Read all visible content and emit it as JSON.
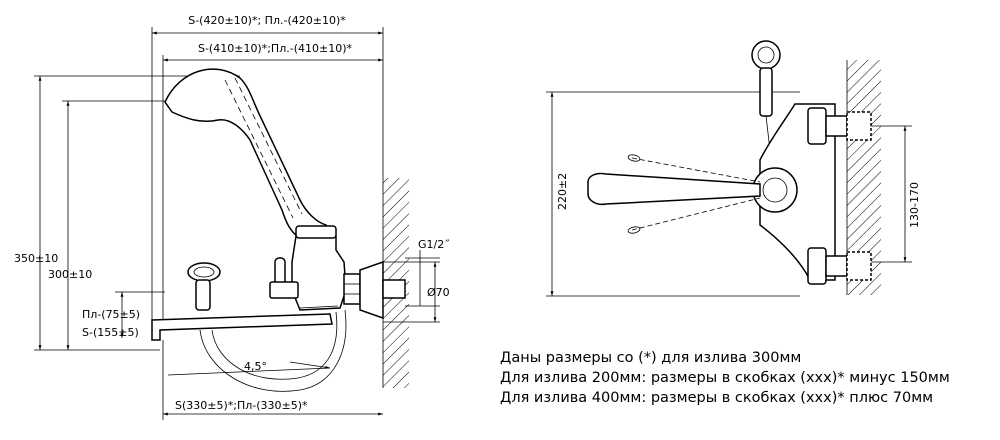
{
  "left_view": {
    "dims": {
      "top_overall": "S-(420±10)*; Пл.-(420±10)*",
      "top_inner": "S-(410±10)*;Пл.-(410±10)*",
      "height_350": "350±10",
      "height_300": "300±10",
      "spout_pl": "Пл-(75±5)",
      "spout_s": "S-(155±5)",
      "angle": "4,5°",
      "bottom": "S(330±5)*;Пл-(330±5)*",
      "thread": "G1/2˝",
      "diameter": "Ø70"
    }
  },
  "right_view": {
    "dims": {
      "height": "220±2",
      "spacing": "130-170"
    }
  },
  "notes": [
    "Даны размеры со (*) для излива 300мм",
    "Для излива 200мм: размеры в скобках (xxx)* минус 150мм",
    "Для излива 400мм: размеры в скобках (xxx)* плюс 70мм"
  ]
}
